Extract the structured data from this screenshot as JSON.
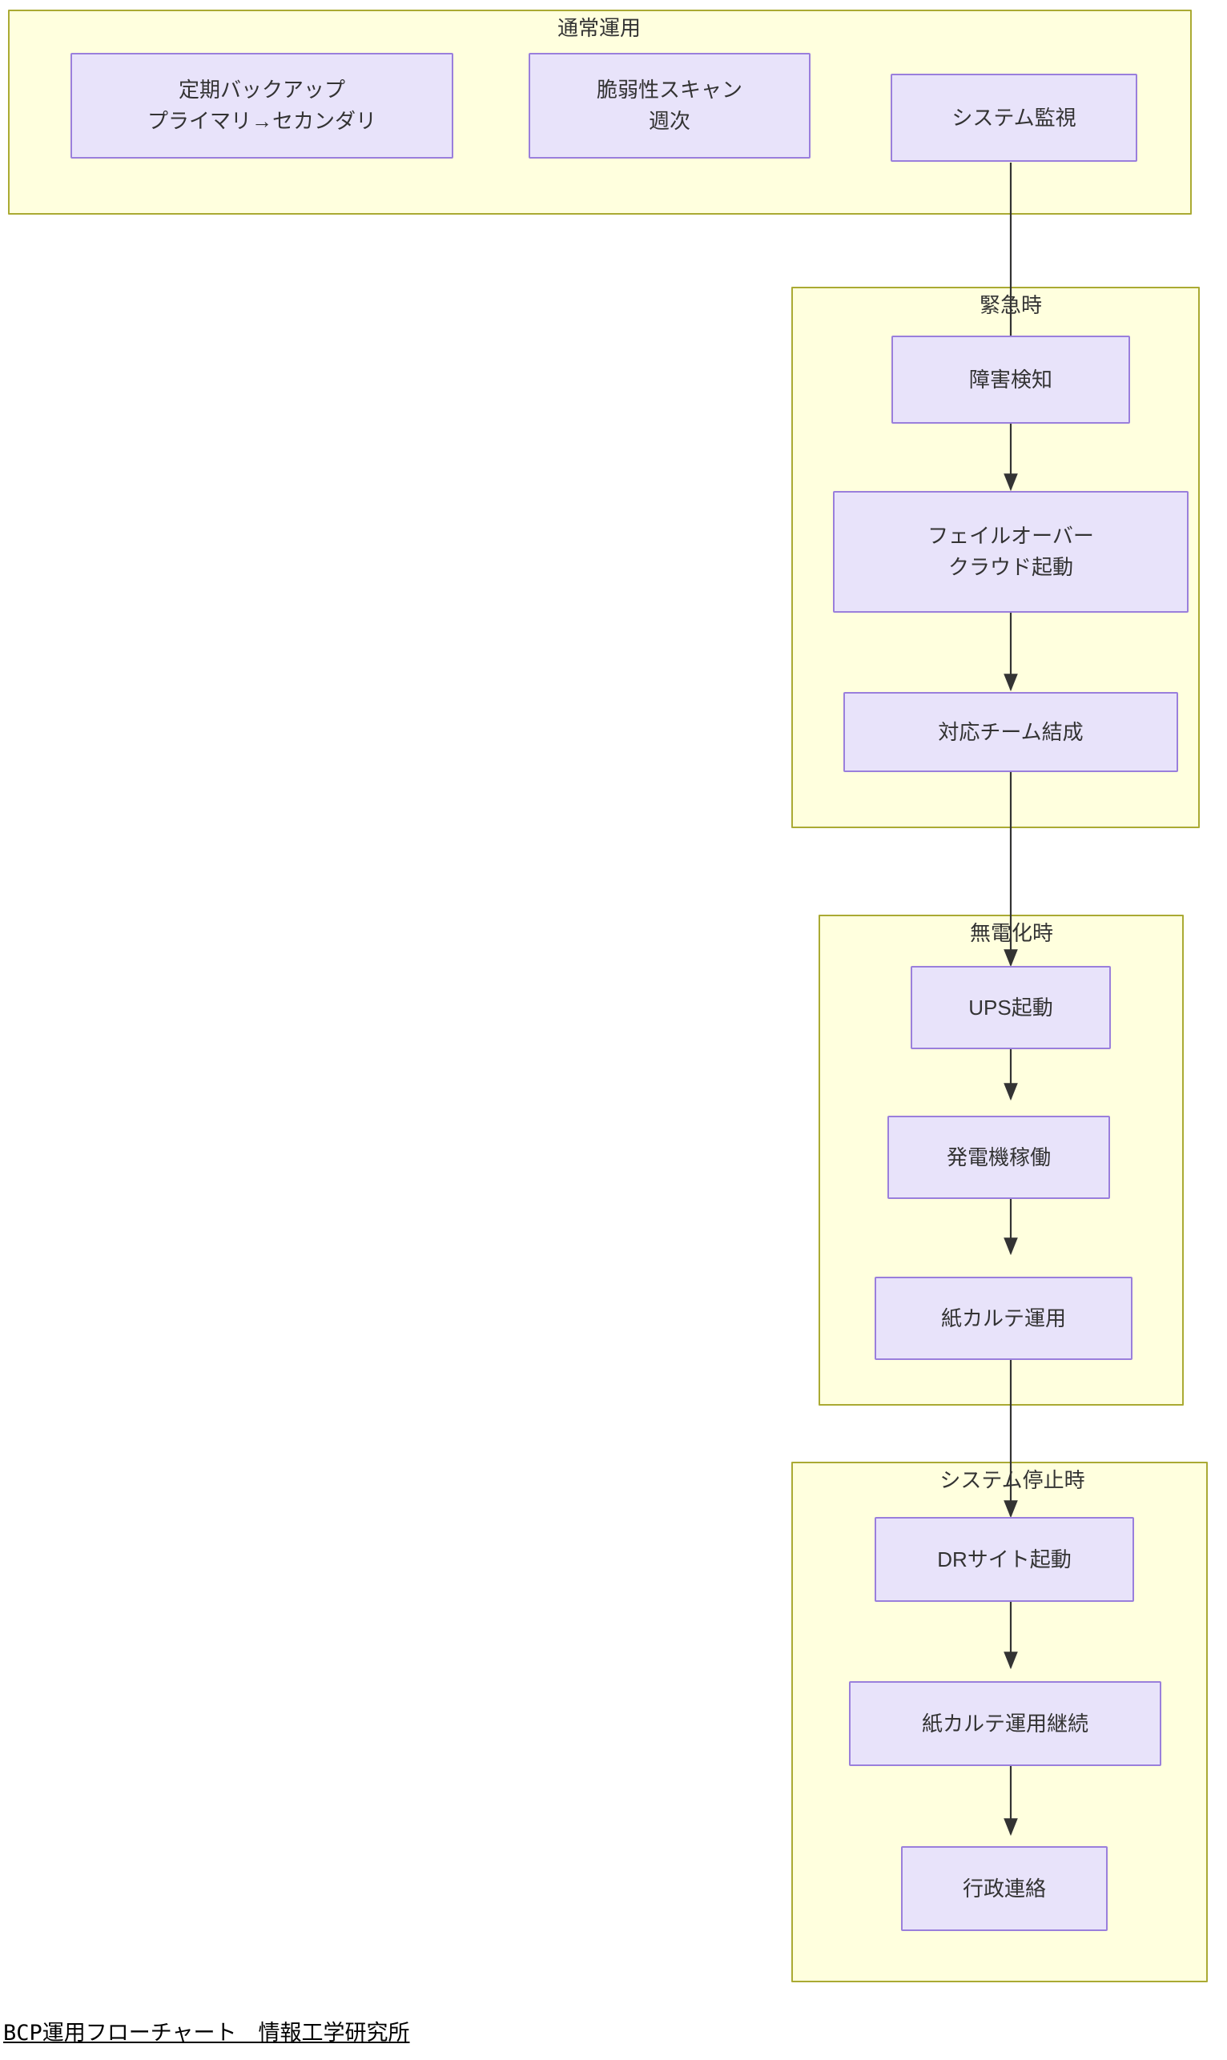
{
  "diagram": {
    "caption": "BCP運用フローチャート　情報工学研究所",
    "colors": {
      "cluster_fill": "#ffffde",
      "cluster_border": "#aaaa33",
      "node_fill": "#e8e3fa",
      "node_border": "#9a7fdc",
      "edge": "#333333",
      "text": "#333333"
    }
  },
  "clusters": [
    {
      "id": "normal",
      "label": "通常運用"
    },
    {
      "id": "emergency",
      "label": "緊急時"
    },
    {
      "id": "blackout",
      "label": "無電化時"
    },
    {
      "id": "halt",
      "label": "システム停止時"
    }
  ],
  "nodes": {
    "backup": {
      "line1": "定期バックアップ",
      "line2": "プライマリ→セカンダリ"
    },
    "vulnscan": {
      "line1": "脆弱性スキャン",
      "line2": "週次"
    },
    "monitor": {
      "line1": "システム監視"
    },
    "detect": {
      "line1": "障害検知"
    },
    "failover": {
      "line1": "フェイルオーバー",
      "line2": "クラウド起動"
    },
    "team": {
      "line1": "対応チーム結成"
    },
    "ups": {
      "line1": "UPS起動"
    },
    "generator": {
      "line1": "発電機稼働"
    },
    "paperchart": {
      "line1": "紙カルテ運用"
    },
    "drsite": {
      "line1": "DRサイト起動"
    },
    "papercont": {
      "line1": "紙カルテ運用継続"
    },
    "govcontact": {
      "line1": "行政連絡"
    }
  }
}
